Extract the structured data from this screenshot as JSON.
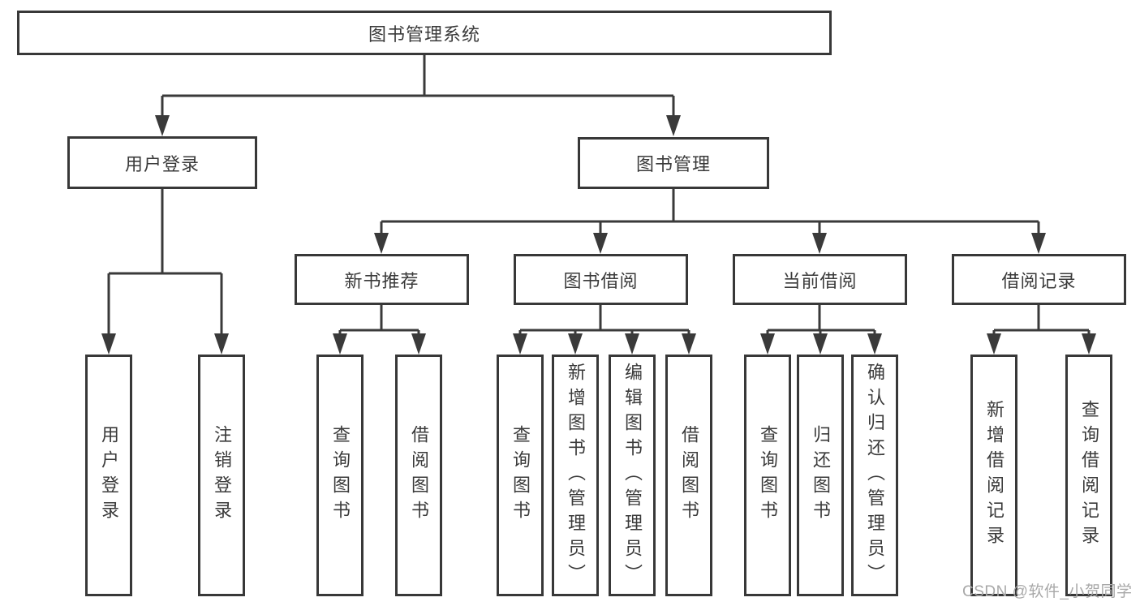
{
  "diagram": {
    "root": {
      "label": "图书管理系统"
    },
    "level2": [
      {
        "label": "用户登录"
      },
      {
        "label": "图书管理"
      }
    ],
    "level3": [
      {
        "label": "新书推荐"
      },
      {
        "label": "图书借阅"
      },
      {
        "label": "当前借阅"
      },
      {
        "label": "借阅记录"
      }
    ],
    "leaves": [
      {
        "label": "用户登录"
      },
      {
        "label": "注销登录"
      },
      {
        "label": "查询图书"
      },
      {
        "label": "借阅图书"
      },
      {
        "label": "查询图书"
      },
      {
        "label": "新增图书（管理员）"
      },
      {
        "label": "编辑图书（管理员）"
      },
      {
        "label": "借阅图书"
      },
      {
        "label": "查询图书"
      },
      {
        "label": "归还图书"
      },
      {
        "label": "确认归还（管理员）"
      },
      {
        "label": "新增借阅记录"
      },
      {
        "label": "查询借阅记录"
      }
    ]
  },
  "watermark": {
    "text": "CSDN @软件_小贺同学"
  },
  "colors": {
    "line": "#3a3a3a",
    "border": "#383838",
    "text": "#3a3a3a",
    "watermark": "#a8a8a8",
    "background": "#ffffff"
  }
}
